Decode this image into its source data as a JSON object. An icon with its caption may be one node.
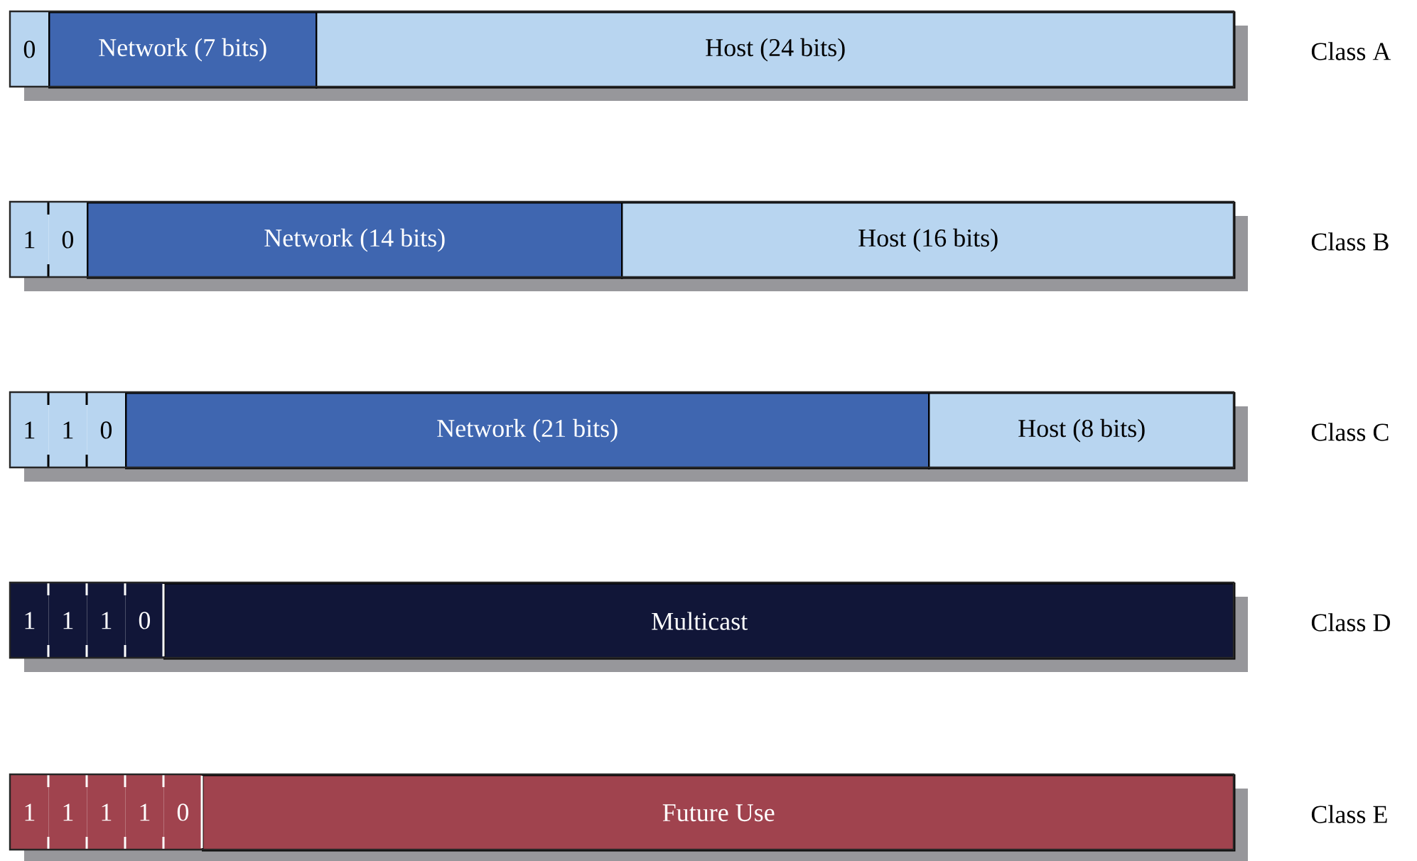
{
  "diagram": {
    "nodes": [
      {
        "text": [
          "0"
        ]
      },
      {
        "text": [
          "Network (7 bits)"
        ]
      },
      {
        "text": [
          "Host (24 bits)"
        ]
      },
      {
        "text": [
          "1"
        ]
      },
      {
        "text": [
          "0"
        ]
      },
      {
        "text": [
          "Network (14 bits)"
        ]
      },
      {
        "text": [
          "Host (16 bits)"
        ]
      },
      {
        "text": [
          "1"
        ]
      },
      {
        "text": [
          "1"
        ]
      },
      {
        "text": [
          "0"
        ]
      },
      {
        "text": [
          "Network (21 bits)"
        ]
      },
      {
        "text": [
          "Host (8 bits)"
        ]
      },
      {
        "text": [
          "1"
        ]
      },
      {
        "text": [
          "1"
        ]
      },
      {
        "text": [
          "1"
        ]
      },
      {
        "text": [
          "0"
        ]
      },
      {
        "text": [
          "Multicast"
        ]
      },
      {
        "text": [
          "1"
        ]
      },
      {
        "text": [
          "1"
        ]
      },
      {
        "text": [
          "1"
        ]
      },
      {
        "text": [
          "1"
        ]
      },
      {
        "text": [
          "0"
        ]
      },
      {
        "text": [
          "Future Use"
        ]
      }
    ],
    "labels": [
      "Class A",
      "Class B",
      "Class C",
      "Class D",
      "Class E"
    ]
  }
}
